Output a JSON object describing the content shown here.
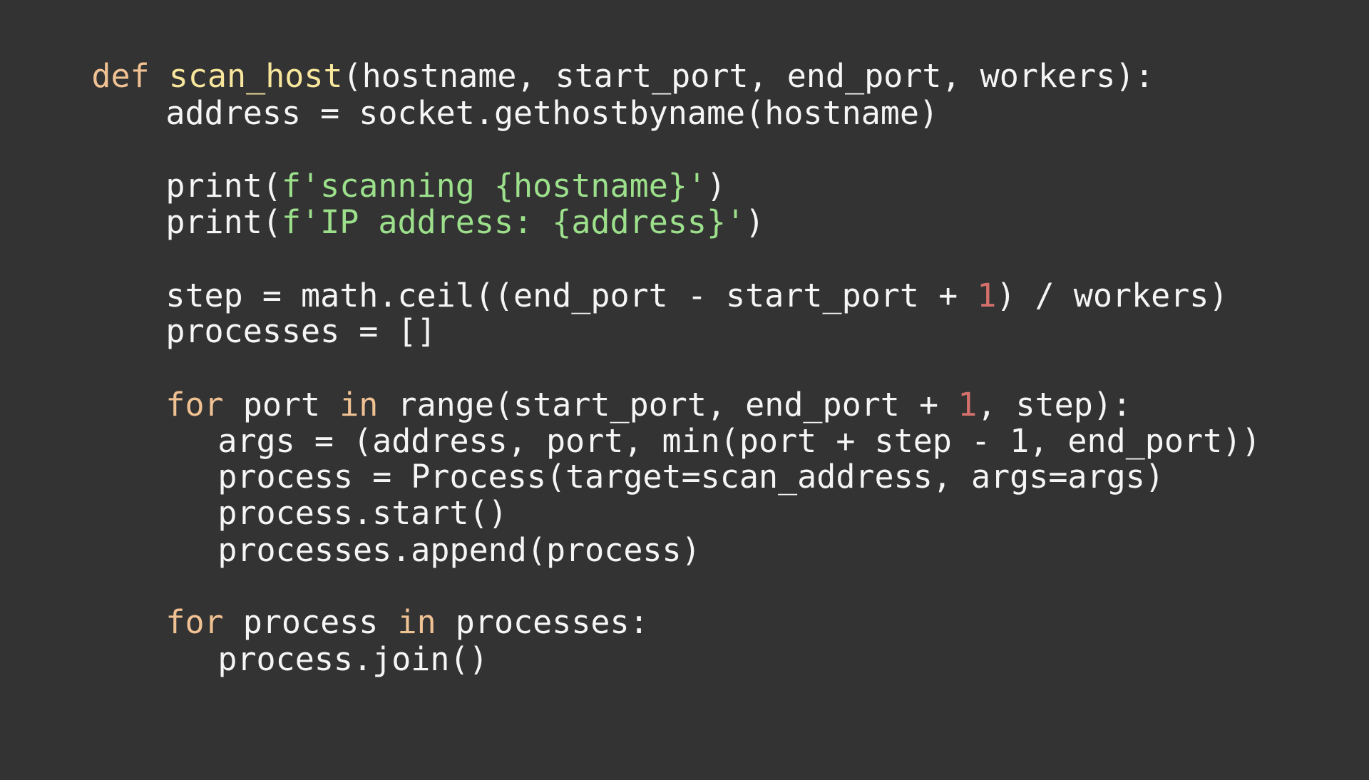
{
  "colors": {
    "background": "#333333",
    "plain": "#f5f5f5",
    "keyword": "#f0c193",
    "function_name": "#f7e69b",
    "string": "#9ce08b",
    "number": "#d4706c"
  },
  "code": {
    "lines": [
      [
        {
          "t": "kw",
          "s": "def"
        },
        {
          "t": "p",
          "s": " "
        },
        {
          "t": "fn",
          "s": "scan_host"
        },
        {
          "t": "p",
          "s": "(hostname, start_port, end_port, workers):"
        }
      ],
      [
        {
          "t": "p",
          "s": "address = socket.gethostbyname(hostname)"
        }
      ],
      [],
      [
        {
          "t": "p",
          "s": "print("
        },
        {
          "t": "str",
          "s": "f'scanning {hostname}'"
        },
        {
          "t": "p",
          "s": ")"
        }
      ],
      [
        {
          "t": "p",
          "s": "print("
        },
        {
          "t": "str",
          "s": "f'IP address: {address}'"
        },
        {
          "t": "p",
          "s": ")"
        }
      ],
      [],
      [
        {
          "t": "p",
          "s": "step = math.ceil((end_port - start_port + "
        },
        {
          "t": "num",
          "s": "1"
        },
        {
          "t": "p",
          "s": ") / workers)"
        }
      ],
      [
        {
          "t": "p",
          "s": "processes = []"
        }
      ],
      [],
      [
        {
          "t": "kw",
          "s": "for"
        },
        {
          "t": "p",
          "s": " port "
        },
        {
          "t": "kw",
          "s": "in"
        },
        {
          "t": "p",
          "s": " range(start_port, end_port + "
        },
        {
          "t": "num",
          "s": "1"
        },
        {
          "t": "p",
          "s": ", step):"
        }
      ],
      [
        {
          "t": "p",
          "s": "args = (address, port, min(port + step - 1, end_port))"
        }
      ],
      [
        {
          "t": "p",
          "s": "process = Process(target=scan_address, args=args)"
        }
      ],
      [
        {
          "t": "p",
          "s": "process.start()"
        }
      ],
      [
        {
          "t": "p",
          "s": "processes.append(process)"
        }
      ],
      [],
      [
        {
          "t": "kw",
          "s": "for"
        },
        {
          "t": "p",
          "s": " process "
        },
        {
          "t": "kw",
          "s": "in"
        },
        {
          "t": "p",
          "s": " processes:"
        }
      ],
      [
        {
          "t": "p",
          "s": "process.join()"
        }
      ]
    ]
  }
}
